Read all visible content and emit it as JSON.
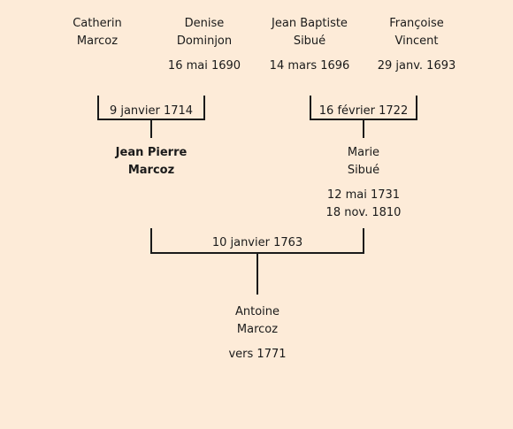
{
  "grandparents": {
    "paternal_father": {
      "first": "Catherin",
      "last": "Marcoz",
      "date": ""
    },
    "paternal_mother": {
      "first": "Denise",
      "last": "Dominjon",
      "date": "16 mai 1690"
    },
    "maternal_father": {
      "first": "Jean Baptiste",
      "last": "Sibué",
      "date": "14 mars 1696"
    },
    "maternal_mother": {
      "first": "Françoise",
      "last": "Vincent",
      "date": "29 janv. 1693"
    }
  },
  "marriages": {
    "paternal": "9 janvier 1714",
    "maternal": "16 février 1722",
    "parents": "10 janvier 1763"
  },
  "parents": {
    "father": {
      "first": "Jean Pierre",
      "last": "Marcoz"
    },
    "mother": {
      "first": "Marie",
      "last": "Sibué",
      "birth": "12 mai 1731",
      "death": "18 nov. 1810"
    }
  },
  "subject": {
    "first": "Antoine",
    "last": "Marcoz",
    "date": "vers 1771"
  }
}
